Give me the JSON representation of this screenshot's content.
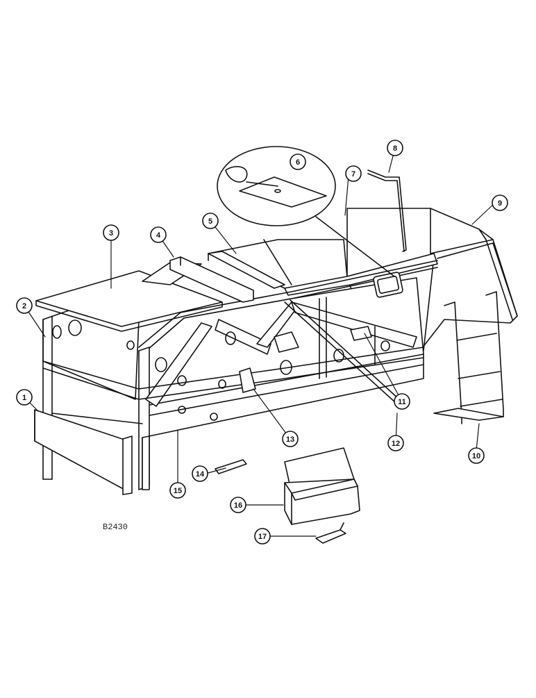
{
  "drawing": {
    "code": "B2430",
    "callouts": [
      {
        "id": "callout-1",
        "label": "1"
      },
      {
        "id": "callout-2",
        "label": "2"
      },
      {
        "id": "callout-3",
        "label": "3"
      },
      {
        "id": "callout-4",
        "label": "4"
      },
      {
        "id": "callout-5",
        "label": "5"
      },
      {
        "id": "callout-6",
        "label": "6"
      },
      {
        "id": "callout-7",
        "label": "7"
      },
      {
        "id": "callout-8",
        "label": "8"
      },
      {
        "id": "callout-9",
        "label": "9"
      },
      {
        "id": "callout-10",
        "label": "10"
      },
      {
        "id": "callout-11",
        "label": "11"
      },
      {
        "id": "callout-12",
        "label": "12"
      },
      {
        "id": "callout-13",
        "label": "13"
      },
      {
        "id": "callout-14",
        "label": "14"
      },
      {
        "id": "callout-15",
        "label": "15"
      },
      {
        "id": "callout-16",
        "label": "16"
      },
      {
        "id": "callout-17",
        "label": "17"
      }
    ]
  }
}
